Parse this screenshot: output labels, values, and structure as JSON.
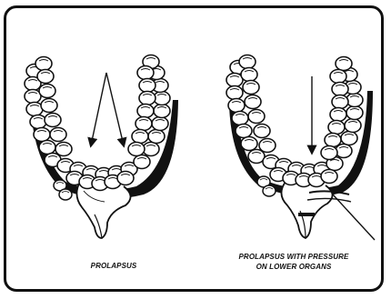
{
  "figure": {
    "left_panel": {
      "caption": "PROLAPSUS"
    },
    "right_panel": {
      "caption_line1": "PROLAPSUS WITH PRESSURE",
      "caption_line2": "ON LOWER ORGANS"
    }
  },
  "colors": {
    "line": "#111111",
    "background": "#ffffff"
  }
}
